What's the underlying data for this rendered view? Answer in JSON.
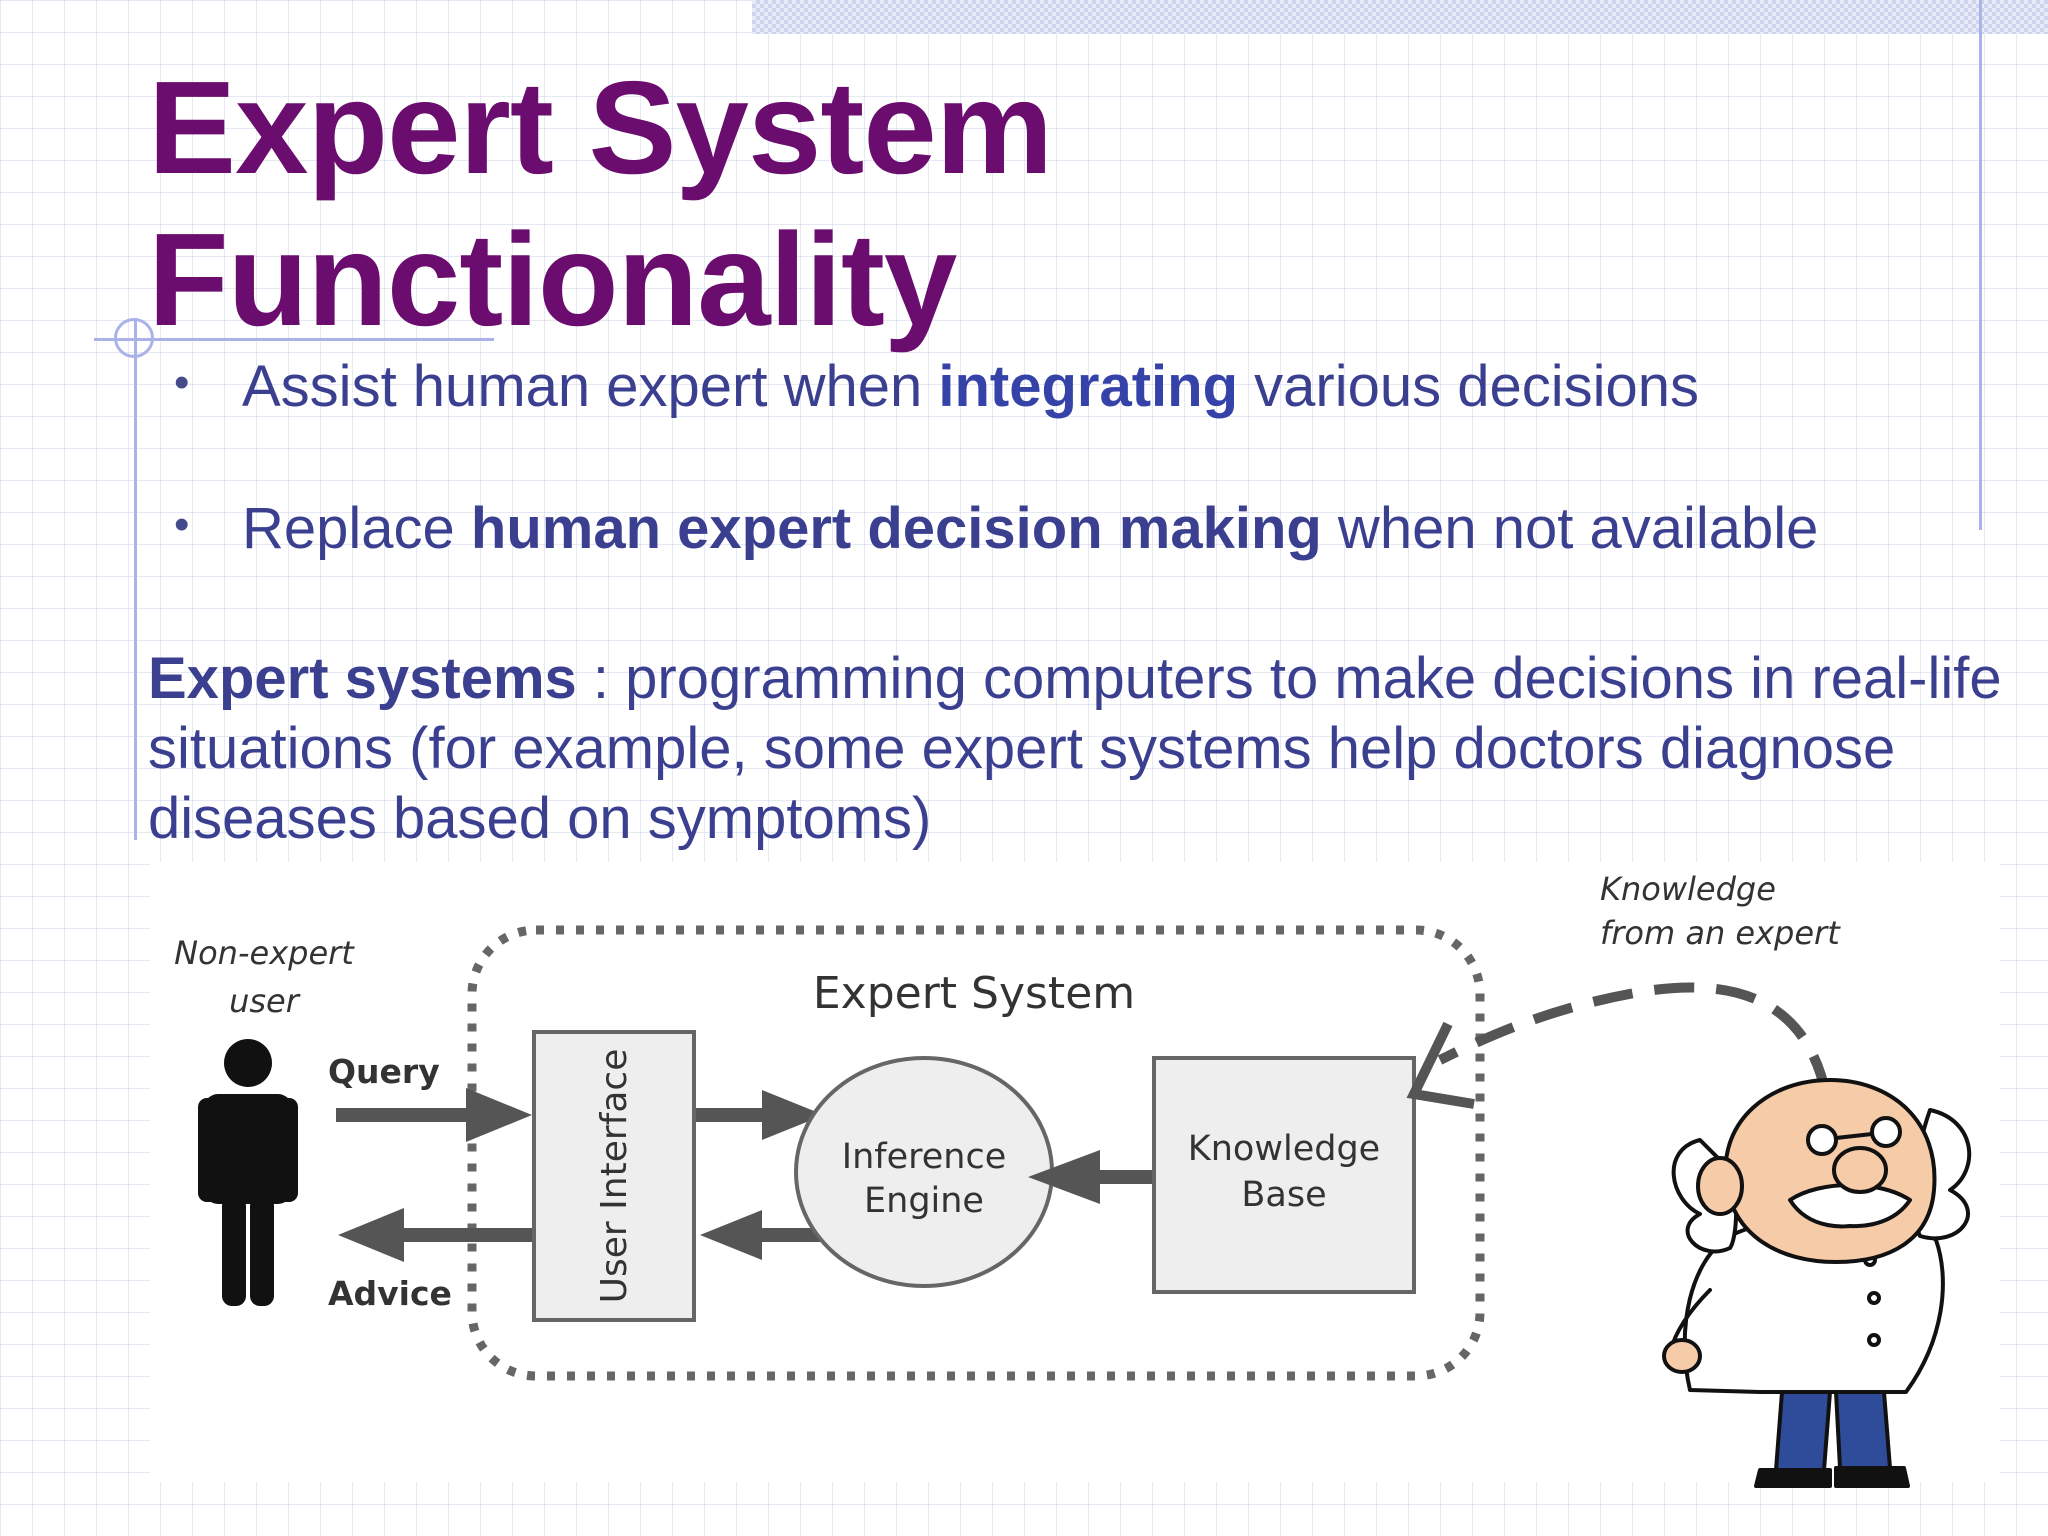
{
  "slide": {
    "title_line1": "Expert System",
    "title_line2": "Functionality",
    "bullets": [
      {
        "pre": "Assist human expert when ",
        "bold": "integrating",
        "post": " various decisions"
      },
      {
        "pre": "Replace ",
        "bold": "human expert decision making",
        "post": " when not available"
      }
    ],
    "paragraph": {
      "bold": "Expert systems",
      "text": " : programming computers to make decisions in real-life situations (for example, some expert systems help doctors diagnose diseases based on symptoms)"
    }
  },
  "diagram": {
    "non_expert_line1": "Non-expert",
    "non_expert_line2": "user",
    "query": "Query",
    "advice": "Advice",
    "system_label": "Expert System",
    "user_interface": "User Interface",
    "inference_line1": "Inference",
    "inference_line2": "Engine",
    "kb_line1": "Knowledge",
    "kb_line2": "Base",
    "knowledge_line1": "Knowledge",
    "knowledge_line2": "from an expert"
  }
}
